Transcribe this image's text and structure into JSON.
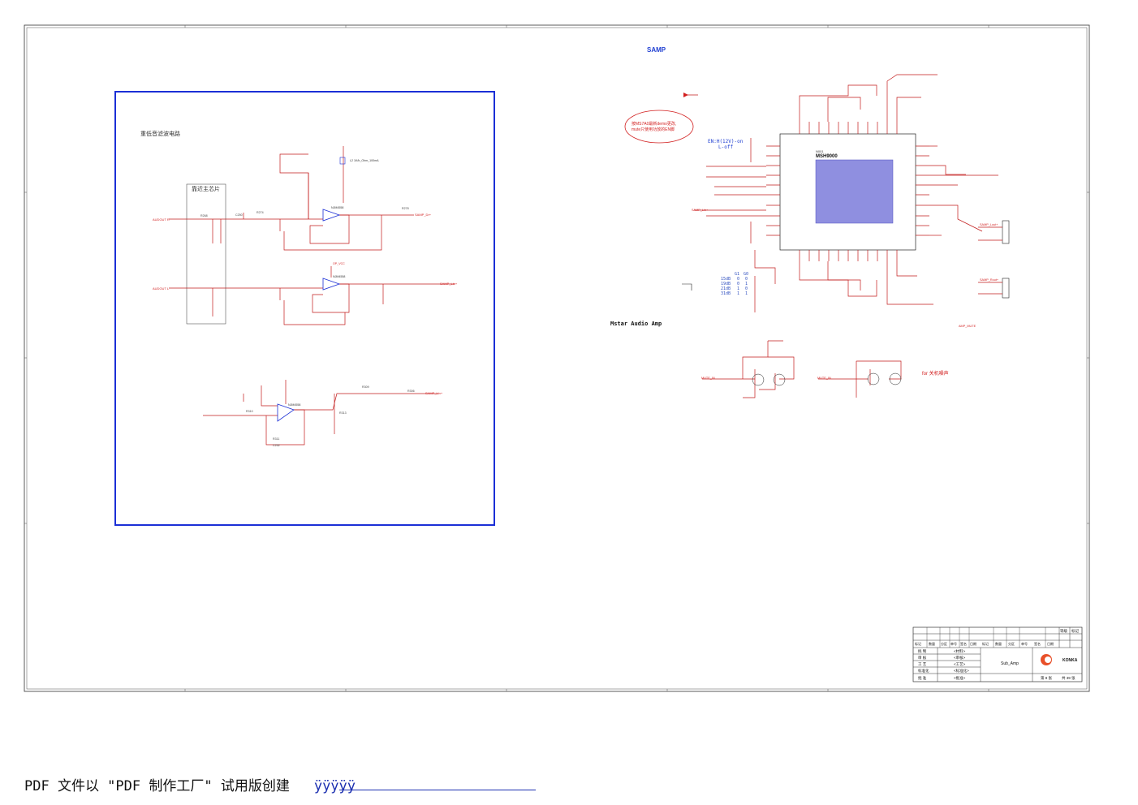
{
  "sheet": {
    "title": "SAMP",
    "subtitle": "Mstar Audio Amp",
    "left_block_title": "重低音滤波电路",
    "main_chip_box_label": "靠近主芯片",
    "chip": {
      "ref": "N001",
      "part": "MSH9000"
    },
    "note_line1": "按MS7A0最新demo更改,",
    "note_line2": "mute只使用功放的EN脚",
    "en_label_1": "EN:H(12V)-on",
    "en_label_2": "L-off",
    "gain_table": [
      {
        "gain": "",
        "g1": "G1",
        "g0": "G0"
      },
      {
        "gain": "15dB",
        "g1": "0",
        "g0": "0"
      },
      {
        "gain": "19dB",
        "g1": "0",
        "g0": "1"
      },
      {
        "gain": "21dB",
        "g1": "1",
        "g0": "0"
      },
      {
        "gain": "31dB",
        "g1": "1",
        "g0": "1"
      }
    ],
    "shutdown_note": "for 关机噪声",
    "konka": "KONKA",
    "drawing_name": "Sub_Amp",
    "page_num": "第 8 张",
    "page_total": "共 39 张"
  },
  "labels": {
    "audio_r": "AUDOUT R",
    "audio_l": "AUDOUT L",
    "samp_dr": "SAMP_Dr+",
    "samp_lin": "SAMP_Lin+",
    "samp_rout": "SAMP_Rout+",
    "samp_lout": "SAMP_Lout+",
    "amp_mute": "AMP_MUTE",
    "mute_in": "MUTE_IN",
    "opamp1": "NJM4558",
    "opamp2": "NJM4558",
    "opamp3": "NJM4558",
    "vcc": "OP_VCC",
    "r_268": "R268",
    "c_250": "C250",
    "r_274": "R274",
    "r_278": "R278",
    "l_bead": "L2 1K/b_Ohm_100mA",
    "r_311": "R311",
    "c_252": "C252",
    "r_310": "R310",
    "r_313": "R313",
    "r_309": "R309",
    "r_306": "R306"
  },
  "footer": {
    "text": "PDF 文件以 \"PDF 制作工厂\" 试用版创建",
    "link": "ÿÿÿÿÿ"
  },
  "title_block": {
    "row1": [
      "标记",
      "数量",
      "分区",
      "单号",
      "签名",
      "日期",
      "标记",
      "数量",
      "分区",
      "单号",
      "签名",
      "日期"
    ],
    "rows": [
      {
        "k": "拟 制",
        "v": "<材料>"
      },
      {
        "k": "审 核",
        "v": "<审核>"
      },
      {
        "k": "工 艺",
        "v": "<工艺>"
      },
      {
        "k": "标准化",
        "v": "<标准化>"
      },
      {
        "k": "批 准",
        "v": "<批准>"
      }
    ],
    "stage": "等级",
    "mark": "标记"
  }
}
